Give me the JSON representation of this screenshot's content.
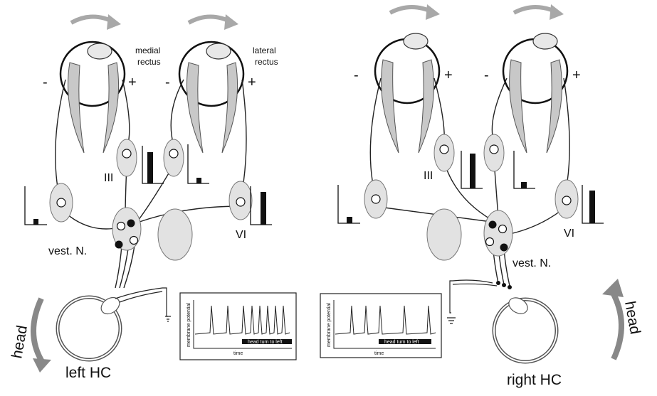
{
  "left_panel": {
    "muscle_label_1": [
      "medial",
      "rectus"
    ],
    "muscle_label_2": [
      "lateral",
      "rectus"
    ],
    "nucleus_III": "III",
    "nucleus_VI": "VI",
    "vestibular": "vest. N.",
    "canal": "left HC",
    "head": "head",
    "minus": "-",
    "plus": "+",
    "inset": {
      "ylabel": "membrane potential",
      "xlabel": "time",
      "bar": "head turn to left"
    }
  },
  "right_panel": {
    "nucleus_III": "III",
    "nucleus_VI": "VI",
    "vestibular": "vest. N.",
    "canal": "right HC",
    "head": "head",
    "minus": "-",
    "plus": "+",
    "inset": {
      "ylabel": "membrane potential",
      "xlabel": "time",
      "bar": "head turn to left"
    }
  },
  "colors": {
    "ink": "#111111",
    "arrow": "#a8a8a8",
    "nucleus": "#e2e2e2",
    "bar": "#111111"
  }
}
